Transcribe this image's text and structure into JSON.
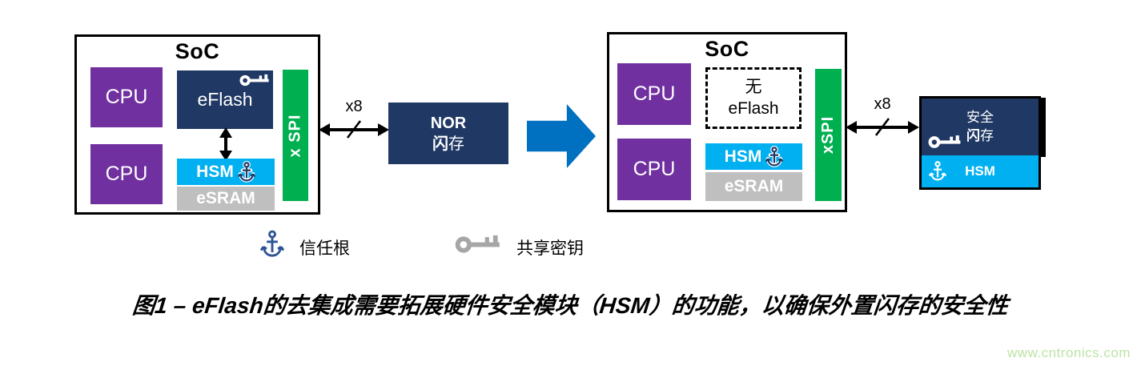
{
  "colors": {
    "purple": "#7030A0",
    "navy": "#1F3864",
    "cyan": "#00B0F0",
    "gray": "#BFBFBF",
    "green": "#00B050",
    "arrow": "#0070C0",
    "anchorblue": "#2E5496",
    "keygray": "#A6A6A6",
    "watermark": "#BEE3A6"
  },
  "left_soc": {
    "title": "SoC",
    "cpu1": "CPU",
    "cpu2": "CPU",
    "eflash": "eFlash",
    "hsm": "HSM",
    "esram": "eSRAM",
    "xspi": "x SPI"
  },
  "bus_left": {
    "label": "x8"
  },
  "nor_flash": {
    "line1": "NOR",
    "line2": "闪存"
  },
  "big_arrow": {
    "meaning": "transition-arrow"
  },
  "right_soc": {
    "title": "SoC",
    "cpu1": "CPU",
    "cpu2": "CPU",
    "no_eflash_line1": "无",
    "no_eflash_line2": "eFlash",
    "hsm": "HSM",
    "esram": "eSRAM",
    "xspi": "xSPI"
  },
  "bus_right": {
    "label": "x8"
  },
  "external_flash": {
    "line1": "安全",
    "line2": "闪存",
    "hsm": "HSM"
  },
  "legend": {
    "anchor_label": "信任根",
    "key_label": "共享密钥"
  },
  "caption": "图1 – eFlash的去集成需要拓展硬件安全模块（HSM）的功能，以确保外置闪存的安全性",
  "watermark": "www.cntronics.com"
}
